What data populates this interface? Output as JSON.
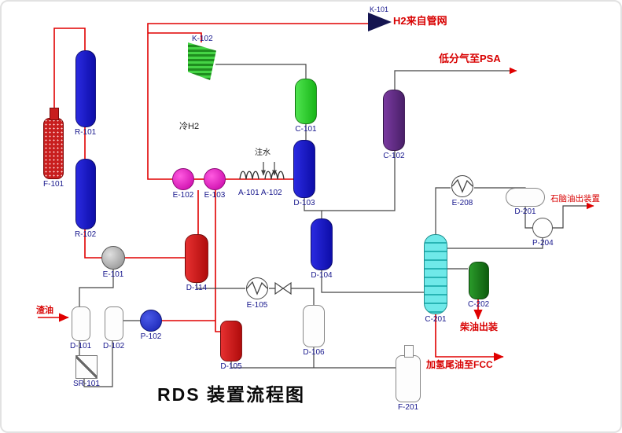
{
  "title": "RDS 装置流程图",
  "equipment": {
    "K101": "K-101",
    "K102": "K-102",
    "F101": "F-101",
    "R101": "R-101",
    "R102": "R-102",
    "E101": "E-101",
    "E102": "E-102",
    "E103": "E-103",
    "A101_102": "A-101 A-102",
    "C101": "C-101",
    "D103": "D-103",
    "C102": "C-102",
    "D104": "D-104",
    "D114": "D-114",
    "E105": "E-105",
    "D105": "D-105",
    "D106": "D-106",
    "D101": "D-101",
    "D102": "D-102",
    "P102": "P-102",
    "SR101": "SR-101",
    "E208": "E-208",
    "D201": "D-201",
    "P204": "P-204",
    "C201": "C-201",
    "C202": "C-202",
    "F201": "F-201"
  },
  "streams": {
    "h2_supply": "H2来自管网",
    "psa_gas": "低分气至PSA",
    "naphtha_out": "石脑油出装置",
    "diesel_out": "柴油出装",
    "tail_oil_fcc": "加氢尾油至FCC",
    "residue_feed": "渣油",
    "cold_h2": "冷H2",
    "wash_water": "注水"
  },
  "colors": {
    "pipe_red": "#e00000",
    "pipe_dark": "#444444",
    "vessel_blue": "#1717cf",
    "vessel_green": "#2ad42a",
    "vessel_dark_green": "#1a7a1a",
    "vessel_purple": "#5c2a80",
    "vessel_red": "#c81e1e",
    "column_cyan": "#6fe9e9",
    "exchanger_magenta": "#e020c0",
    "label_navy": "#16168c",
    "stream_red": "#d80000"
  }
}
